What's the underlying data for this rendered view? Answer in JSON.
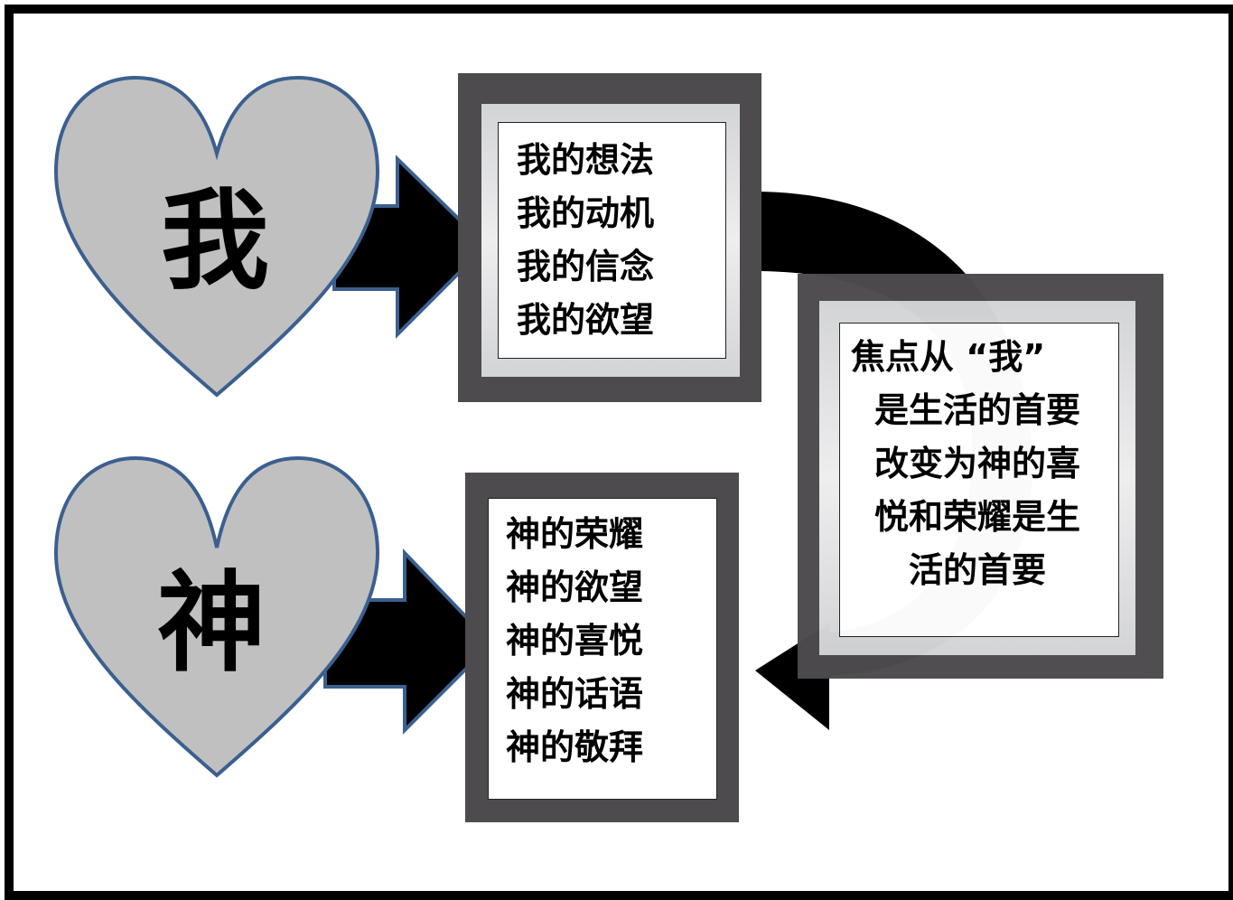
{
  "hearts": {
    "top": {
      "label": "我"
    },
    "bottom": {
      "label": "神"
    }
  },
  "boxes": {
    "self": {
      "lines": [
        "我的想法",
        "我的动机",
        "我的信念",
        "我的欲望"
      ]
    },
    "change": {
      "lines": [
        "焦点从 “我”",
        "是生活的首要",
        "改变为神的喜",
        "悦和荣耀是生",
        "活的首要"
      ]
    },
    "god": {
      "lines": [
        "神的荣耀",
        "神的欲望",
        "神的喜悦",
        "神的话语",
        "神的敬拜"
      ]
    }
  },
  "colors": {
    "heart_fill": "#c0c0c0",
    "heart_stroke": "#3b5f8f",
    "box_dark": "#4d4b4d",
    "arrow": "#000000"
  }
}
